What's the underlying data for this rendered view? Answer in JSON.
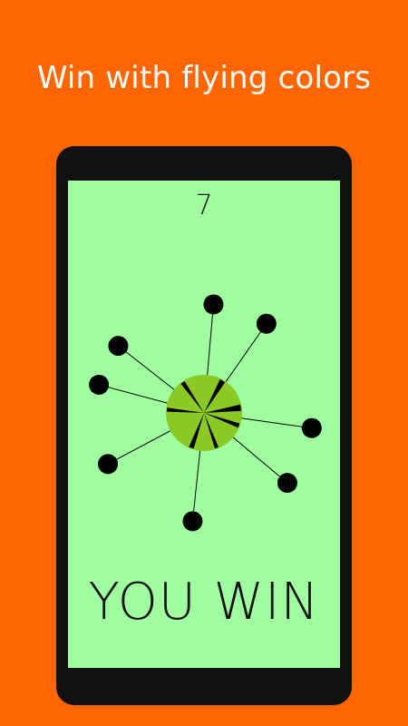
{
  "headline": "Win with flying colors",
  "game": {
    "score": "7",
    "result_text": "YOU WIN",
    "pins": [
      {
        "angle_deg": -85
      },
      {
        "angle_deg": -55
      },
      {
        "angle_deg": -142
      },
      {
        "angle_deg": -165
      },
      {
        "angle_deg": 8
      },
      {
        "angle_deg": 40
      },
      {
        "angle_deg": 96
      },
      {
        "angle_deg": 152
      }
    ],
    "wheel_wedges": [
      {
        "angle_deg": -8,
        "spread_deg": 10
      },
      {
        "angle_deg": 20,
        "spread_deg": 7
      },
      {
        "angle_deg": 70,
        "spread_deg": 6
      },
      {
        "angle_deg": 110,
        "spread_deg": 8
      },
      {
        "angle_deg": 185,
        "spread_deg": 6
      },
      {
        "angle_deg": 235,
        "spread_deg": 7
      },
      {
        "angle_deg": 300,
        "spread_deg": 9
      }
    ]
  },
  "colors": {
    "background": "#FF6600",
    "phone_body": "#111111",
    "screen": "#A0FF9E",
    "wheel": "#8AC926",
    "pin": "#000000",
    "text_light": "#FFFFFF",
    "text_dark": "#111111"
  }
}
